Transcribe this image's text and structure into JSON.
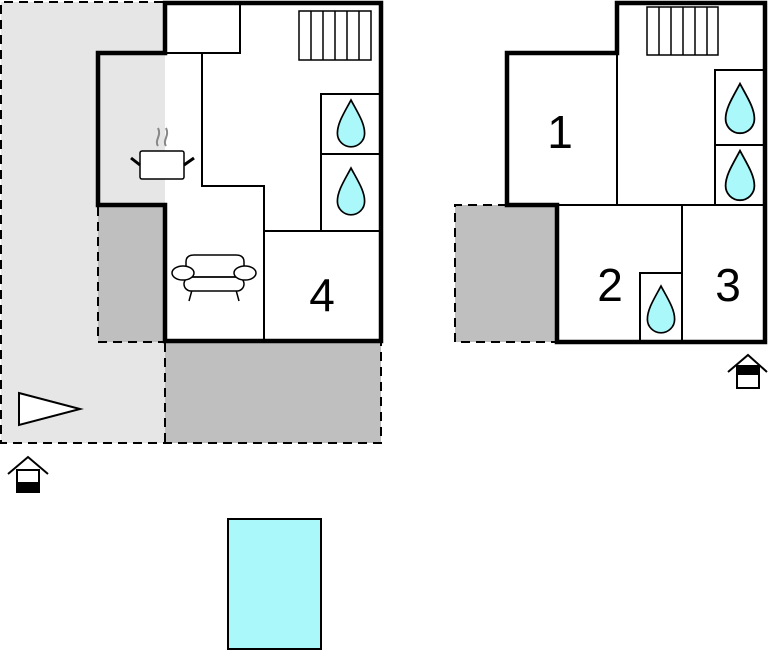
{
  "colors": {
    "terrace_light": "#e6e6e6",
    "terrace_dark": "#bfbfbf",
    "water": "#aaf8fa",
    "pool": "#aaf8fa",
    "wall": "#000000"
  },
  "ground_floor": {
    "rooms": [
      {
        "label": "4",
        "type": "bedroom"
      }
    ],
    "icons": [
      "kitchen-pot-icon",
      "sofa-icon",
      "bathroom-drop-icon",
      "bathroom-drop-icon",
      "stairs-icon",
      "entrance-icon",
      "north-arrow-icon"
    ]
  },
  "upper_floor": {
    "rooms": [
      {
        "label": "1",
        "type": "bedroom"
      },
      {
        "label": "2",
        "type": "bedroom"
      },
      {
        "label": "3",
        "type": "bedroom"
      }
    ],
    "icons": [
      "bathroom-drop-icon",
      "bathroom-drop-icon",
      "bathroom-drop-icon",
      "stairs-icon",
      "entrance-icon"
    ]
  },
  "pool": {
    "icon": "pool"
  }
}
